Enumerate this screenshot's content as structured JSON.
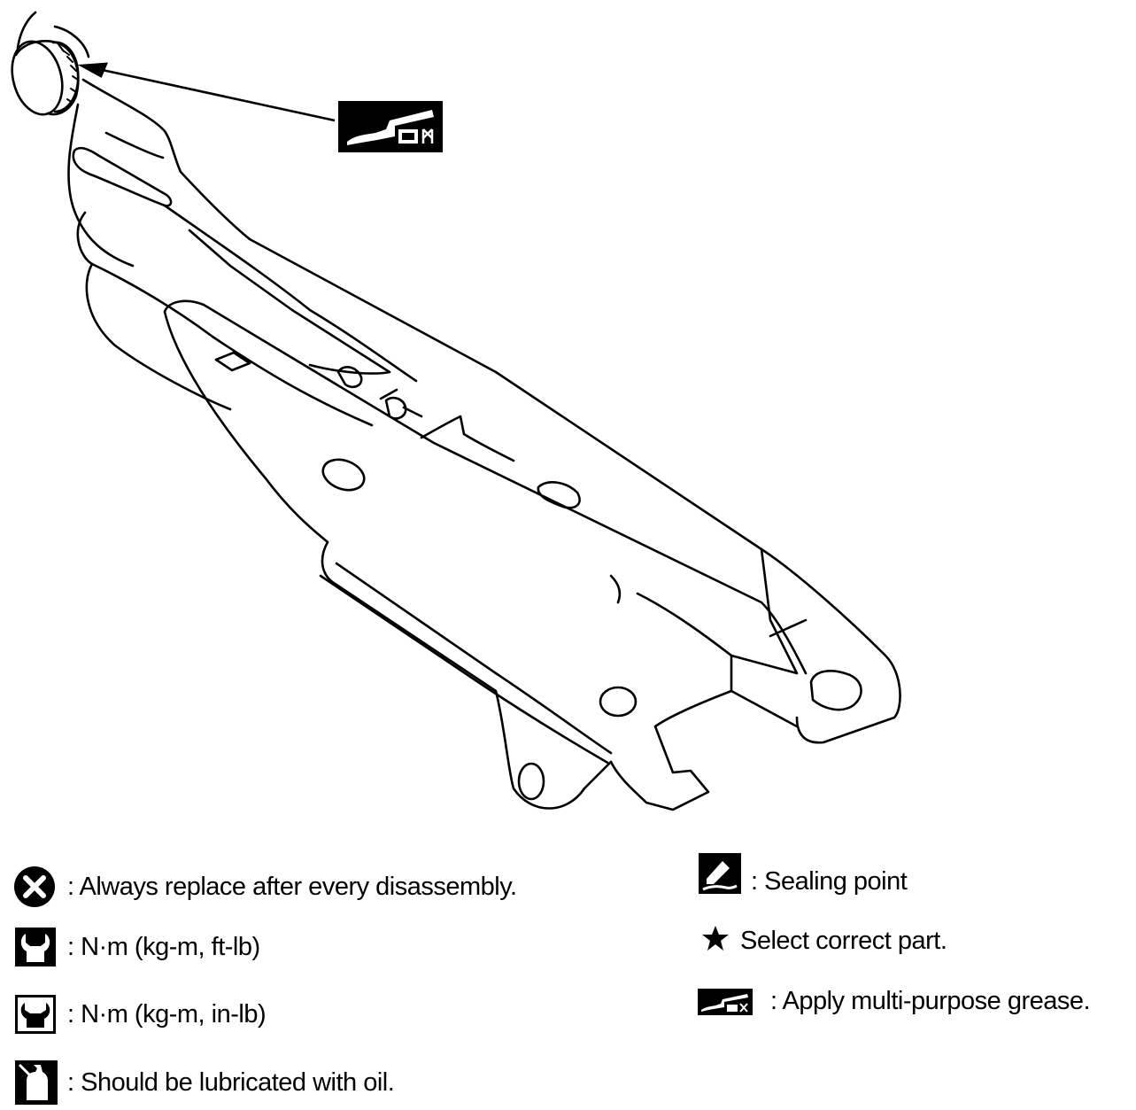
{
  "legend": {
    "left": [
      {
        "icon": "replace-x-icon",
        "text": ": Always replace after every disassembly."
      },
      {
        "icon": "wrench-torque-icon",
        "text": ": N·m (kg-m, ft-lb)"
      },
      {
        "icon": "wrench-torque-small-icon",
        "text": ": N·m (kg-m, in-lb)"
      },
      {
        "icon": "oil-can-icon",
        "text": ": Should be lubricated with oil."
      }
    ],
    "right": [
      {
        "icon": "sealing-point-icon",
        "text": ": Sealing point"
      },
      {
        "icon": "star-icon",
        "text": "Select correct part."
      },
      {
        "icon": "grease-gun-icon",
        "text": ": Apply multi-purpose grease."
      }
    ]
  },
  "colors": {
    "ink": "#000000",
    "paper": "#ffffff"
  }
}
